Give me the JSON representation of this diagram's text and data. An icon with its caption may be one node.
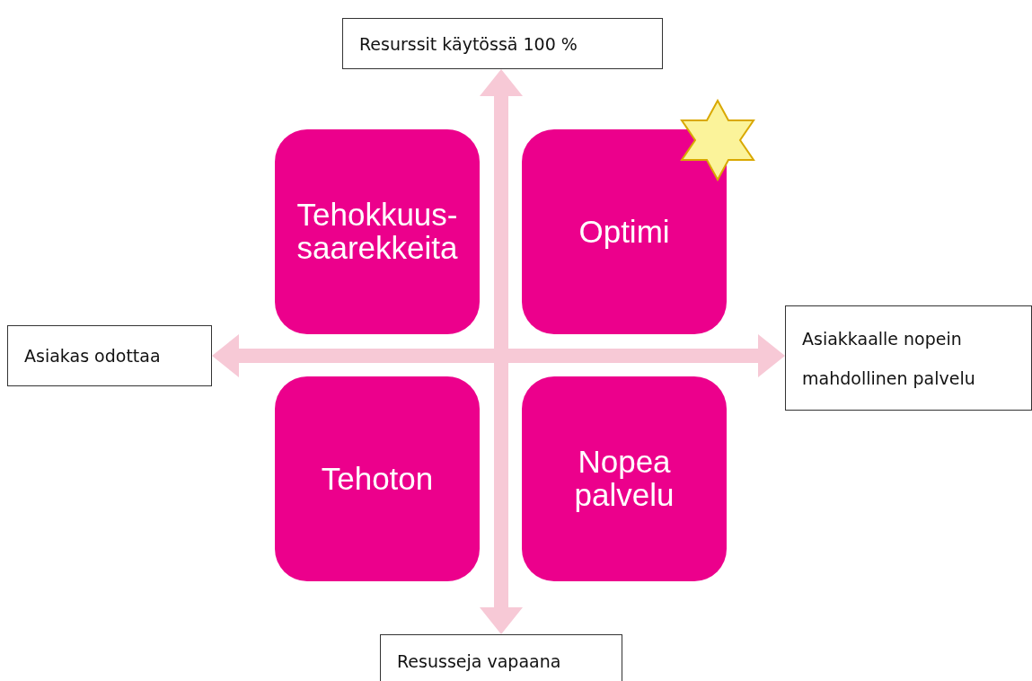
{
  "diagram": {
    "nodes": [
      {
        "text": [
          "Resurssit käytössä 100 %"
        ]
      },
      {
        "text": [
          "Tehokkuus-saarekkeita"
        ]
      },
      {
        "text": [
          "Optimi"
        ]
      },
      {
        "text": [
          "Asiakas odottaa"
        ]
      },
      {
        "text": [
          "Asiakkaalle nopein mahdollinen palvelu"
        ]
      },
      {
        "text": [
          "Tehoton"
        ]
      },
      {
        "text": [
          "Nopea palvelu"
        ]
      },
      {
        "text": [
          "Resusseja vapaana"
        ]
      }
    ],
    "edges": [
      {
        "from": 0,
        "to": 7,
        "arrow": "both"
      },
      {
        "from": 3,
        "to": 4,
        "arrow": "both"
      }
    ]
  }
}
